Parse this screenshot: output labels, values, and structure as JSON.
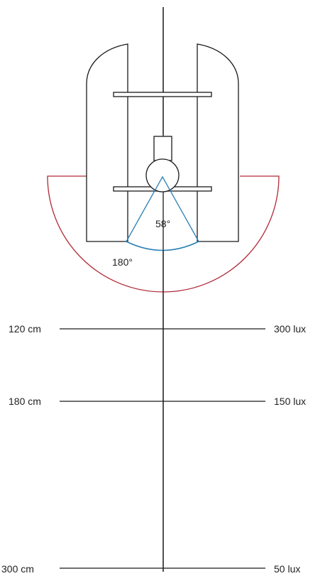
{
  "angles": {
    "inner": "58°",
    "outer": "180°"
  },
  "distances": [
    {
      "distance": "120 cm",
      "illuminance": "300 lux"
    },
    {
      "distance": "180 cm",
      "illuminance": "150 lux"
    },
    {
      "distance": "300 cm",
      "illuminance": "50 lux"
    }
  ],
  "colors": {
    "line": "#1a1a1a",
    "inner_angle": "#2a7fb5",
    "outer_angle": "#b02a37"
  }
}
